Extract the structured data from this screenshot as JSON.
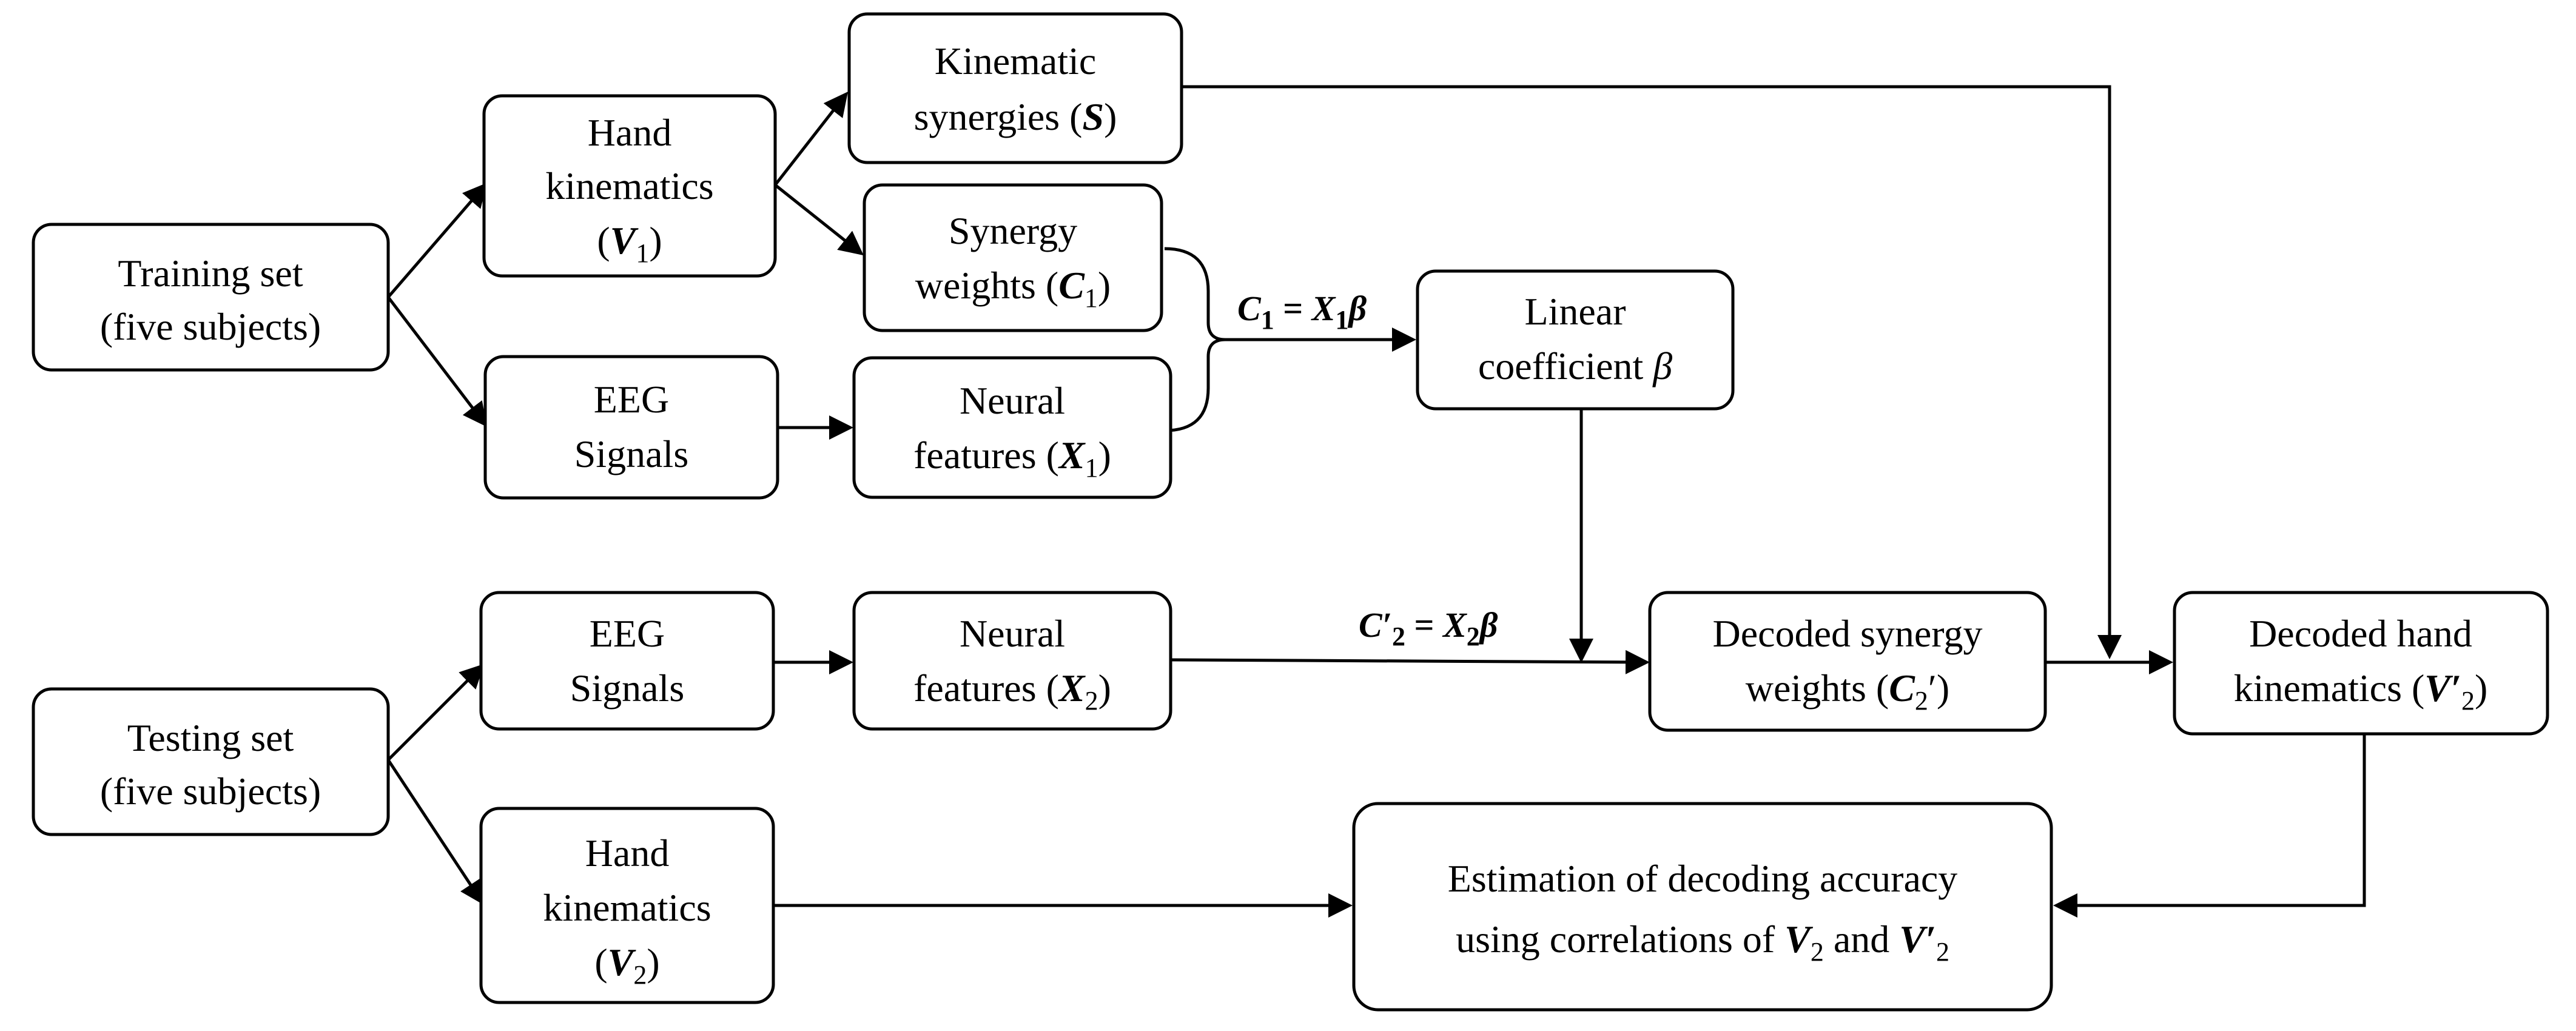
{
  "boxes": {
    "training_set": {
      "line1": "Training set",
      "line2": "(five subjects)"
    },
    "hand_kin_1": {
      "line1": "Hand",
      "line2": "kinematics",
      "line3_pre": "(",
      "sym": "V",
      "sub": "1",
      "post": ")"
    },
    "kin_syn": {
      "line1": "Kinematic",
      "line2_pre": "synergies (",
      "sym": "S",
      "post": ")"
    },
    "syn_weights": {
      "line1": "Synergy",
      "line2_pre": "weights (",
      "sym": "C",
      "sub": "1",
      "post": ")"
    },
    "eeg_1": {
      "line1": "EEG",
      "line2": "Signals"
    },
    "neural_1": {
      "line1": "Neural",
      "line2_pre": "features (",
      "sym": "X",
      "sub": "1",
      "post": ")"
    },
    "linear_coef": {
      "line1": "Linear",
      "line2_pre": "coefficient ",
      "sym": "β"
    },
    "testing_set": {
      "line1": "Testing set",
      "line2": "(five subjects)"
    },
    "eeg_2": {
      "line1": "EEG",
      "line2": "Signals"
    },
    "neural_2": {
      "line1": "Neural",
      "line2_pre": "features (",
      "sym": "X",
      "sub": "2",
      "post": ")"
    },
    "decoded_syn": {
      "line1": "Decoded synergy",
      "line2_pre": "weights (",
      "sym": "C",
      "sub": "2",
      "post": "′)"
    },
    "decoded_hand": {
      "line1": "Decoded hand",
      "line2_pre": "kinematics (",
      "sym": "V′",
      "sub": "2",
      "post": ")"
    },
    "hand_kin_2": {
      "line1": "Hand",
      "line2": "kinematics",
      "line3_pre": "(",
      "sym": "V",
      "sub": "2",
      "post": ")"
    },
    "estimation": {
      "line1": "Estimation of decoding accuracy",
      "line2_pre": "using correlations of ",
      "sym1": "V",
      "sub1": "2",
      "mid": " and ",
      "sym2": "V′",
      "sub2": "2"
    }
  },
  "equations": {
    "eq1": {
      "lhs": "C",
      "lhs_sub": "1",
      "op": " = ",
      "r1": "X",
      "r1_sub": "1",
      "r2": "β"
    },
    "eq2": {
      "lhs": "C′",
      "lhs_sub": "2",
      "op": " = ",
      "r1": "X",
      "r1_sub": "2",
      "r2": "β"
    }
  }
}
